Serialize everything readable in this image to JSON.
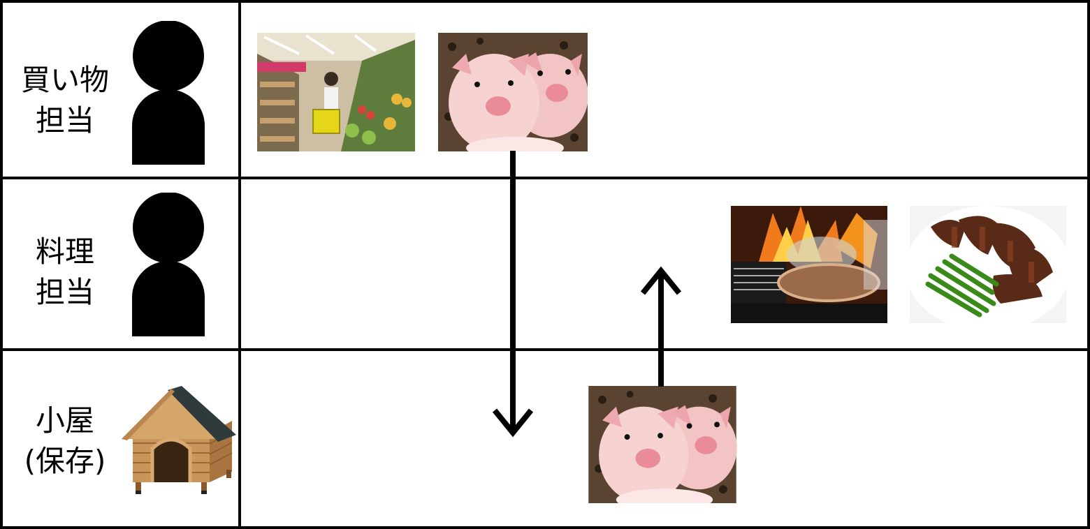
{
  "lanes": [
    {
      "line1": "買い物",
      "line2": "担当",
      "icon": "person-icon"
    },
    {
      "line1": "料理",
      "line2": "担当",
      "icon": "person-icon"
    },
    {
      "line1": "小屋",
      "line2": "(保存)",
      "icon": "doghouse-icon"
    }
  ],
  "images": {
    "supermarket": "supermarket-photo",
    "piglets": "piglets-photo",
    "flambe": "flambe-cooking-photo",
    "roast_pork": "roast-pork-dish-photo"
  },
  "colors": {
    "line": "#000000",
    "background": "#ffffff"
  }
}
